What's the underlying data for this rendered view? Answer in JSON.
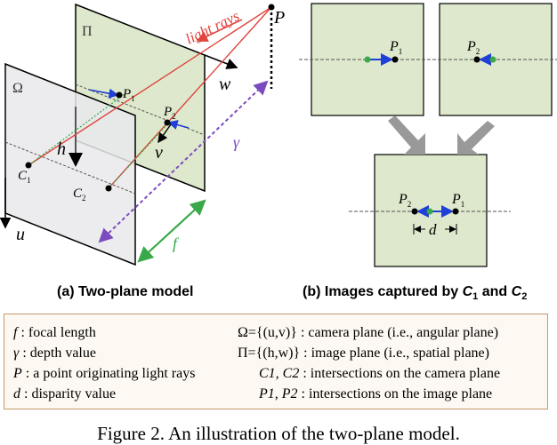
{
  "diagram_a": {
    "caption": "(a) Two-plane model",
    "plane_pi_symbol": "Π",
    "plane_omega_symbol": "Ω",
    "ray_label": "light rays",
    "point_label": "P",
    "axis_w": "w",
    "axis_h": "h",
    "axis_v": "v",
    "axis_u": "u",
    "gamma": "γ",
    "focal": "f",
    "p1": {
      "base": "P",
      "sub": "1"
    },
    "p2": {
      "base": "P",
      "sub": "2"
    },
    "c1": {
      "base": "C",
      "sub": "1"
    },
    "c2": {
      "base": "C",
      "sub": "2"
    }
  },
  "diagram_b": {
    "caption_prefix": "(b) Images captured by ",
    "caption_c1": {
      "base": "C",
      "sub": "1"
    },
    "caption_and": " and ",
    "caption_c2": {
      "base": "C",
      "sub": "2"
    },
    "img1_label": {
      "base": "P",
      "sub": "1"
    },
    "img2_label": {
      "base": "P",
      "sub": "2"
    },
    "merged_left": {
      "base": "P",
      "sub": "2"
    },
    "merged_right": {
      "base": "P",
      "sub": "1"
    },
    "disparity": "d"
  },
  "legend": {
    "left": [
      {
        "sym": "f",
        "sep": ":",
        "text": "focal length"
      },
      {
        "sym": "γ",
        "sep": ":",
        "text": "depth value"
      },
      {
        "sym": "P",
        "sep": ":",
        "text": "a point originating light rays"
      },
      {
        "sym": "d",
        "sep": ":",
        "text": "disparity value"
      }
    ],
    "right": [
      {
        "sym": "Ω={(u,v)}",
        "sep": ":",
        "text": "camera plane (i.e., angular plane)"
      },
      {
        "sym": "Π={(h,w)}",
        "sep": ":",
        "text": "image plane (i.e., spatial plane)"
      },
      {
        "sym": "C1, C2",
        "sep": ":",
        "text": "intersections on the camera plane"
      },
      {
        "sym": "P1, P2",
        "sep": ":",
        "text": "intersections on the image plane"
      }
    ]
  },
  "figure_caption": "Figure 2. An illustration of the two-plane model.",
  "colors": {
    "plane_fill": "#dde8cc",
    "omega_fill": "#e9e9ec",
    "ray": "#e0443e",
    "purple": "#7b4bbf",
    "green": "#3aa84a",
    "blue": "#1f3fd6",
    "image_fill": "#dde8cc",
    "legend_border": "#c49a6c"
  }
}
